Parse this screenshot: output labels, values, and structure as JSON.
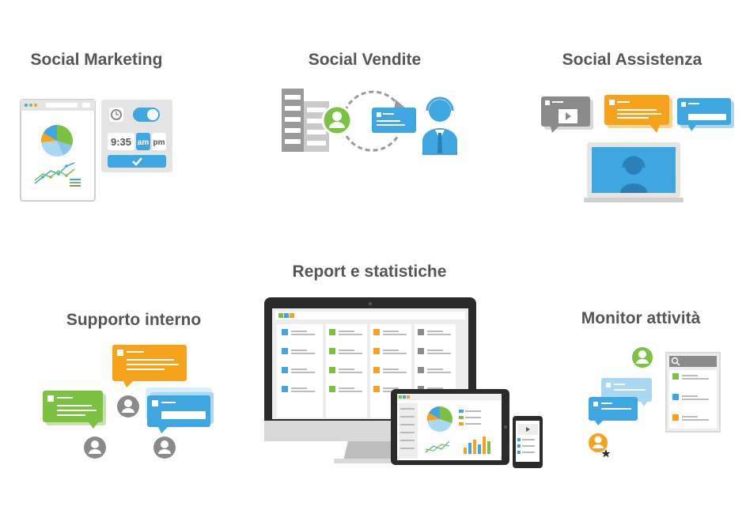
{
  "sections": {
    "social_marketing": {
      "title": "Social Marketing"
    },
    "social_vendite": {
      "title": "Social Vendite"
    },
    "social_assistenza": {
      "title": "Social Assistenza"
    },
    "report_statistiche": {
      "title": "Report e statistiche"
    },
    "supporto_interno": {
      "title": "Supporto interno"
    },
    "monitor_attivita": {
      "title": "Monitor attività"
    }
  },
  "scheduler": {
    "time": "9:35",
    "am": "am",
    "pm": "pm"
  },
  "colors": {
    "blue": "#3ea6e0",
    "green": "#7cc242",
    "orange": "#f7a21b",
    "gray": "#8a8a8a",
    "light_gray": "#d9d9d9",
    "dark_screen": "#2b2b2b"
  }
}
